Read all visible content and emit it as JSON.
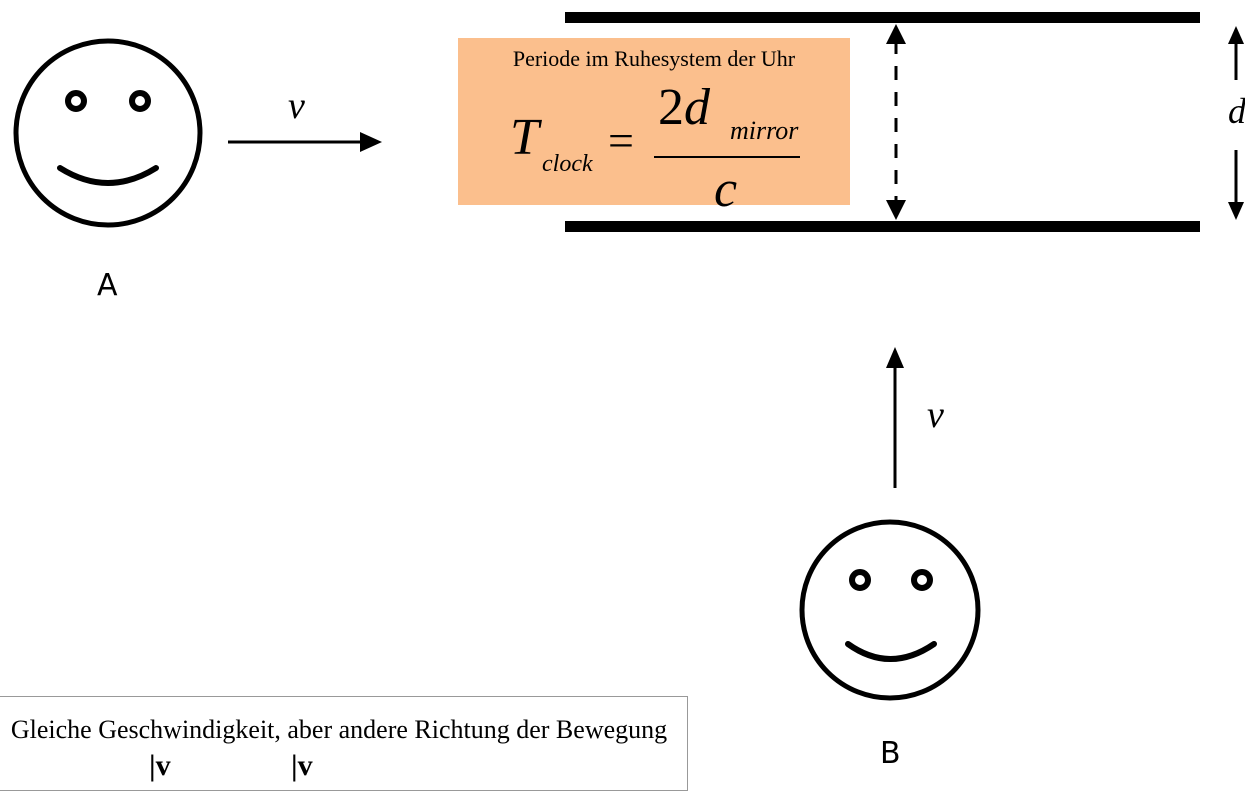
{
  "observers": {
    "a_label": "A",
    "b_label": "B"
  },
  "velocity": {
    "a_symbol": "v",
    "b_symbol": "v"
  },
  "period_box": {
    "title": "Periode im Ruhesystem der Uhr",
    "formula": {
      "T": "T",
      "T_sub": "clock",
      "equals": "=",
      "numerator_coef": "2",
      "numerator_var": "d",
      "numerator_sub": "mirror",
      "denominator": "c"
    },
    "background_color": "#fbbf8d"
  },
  "mirror_distance_symbol": "d",
  "note": {
    "text": "Gleiche Geschwindigkeit, aber andere Richtung der Bewegung",
    "vec_a": "|v⃗",
    "vec_b": "|v⃗"
  }
}
